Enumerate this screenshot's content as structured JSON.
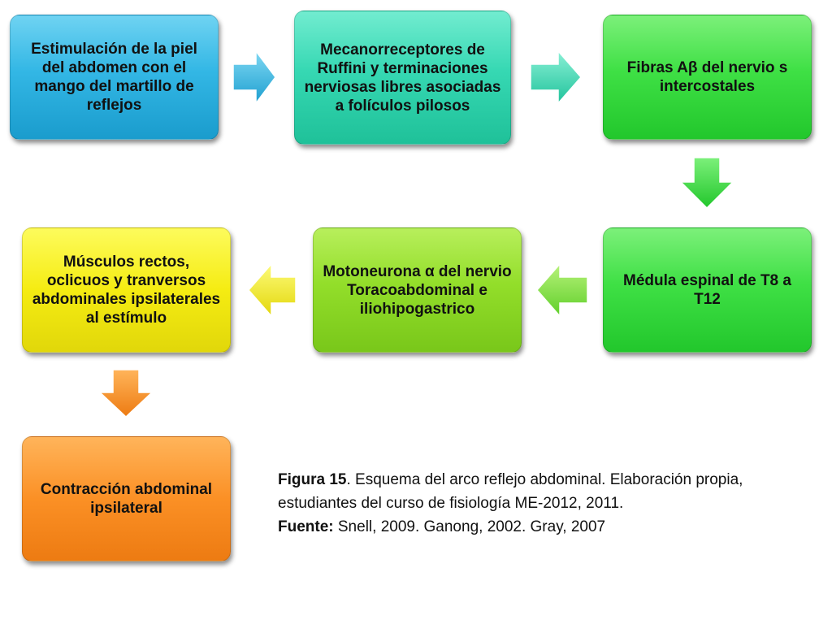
{
  "boxes": {
    "stimulus": "Estimulación de la piel del abdomen con el mango del martillo de reflejos",
    "receptors": "Mecanorreceptores de Ruffini y terminaciones nerviosas libres asociadas a  folículos pilosos",
    "fibers": "Fibras Aβ del nervio s intercostales",
    "spinal_cord": "Médula espinal de T8 a T12",
    "motoneuron": "Motoneurona α del nervio Toracoabdominal e iliohipogastrico",
    "muscles": "Músculos  rectos, oclicuos y tranversos abdominales ipsilaterales al estímulo",
    "contraction": "Contracción abdominal ipsilateral"
  },
  "caption": {
    "figure_label": "Figura 15",
    "figure_text": ". Esquema del arco reflejo abdominal. Elaboración propia, estudiantes del curso de fisiología ME-2012, 2011.",
    "source_label": "Fuente:",
    "source_text": " Snell, 2009. Ganong, 2002. Gray, 2007"
  },
  "colors": {
    "blue": "#33b7e5",
    "teal": "#36d8b3",
    "green": "#3fe045",
    "lime": "#93de2a",
    "yellow": "#f5ec12",
    "orange": "#fb9025"
  }
}
